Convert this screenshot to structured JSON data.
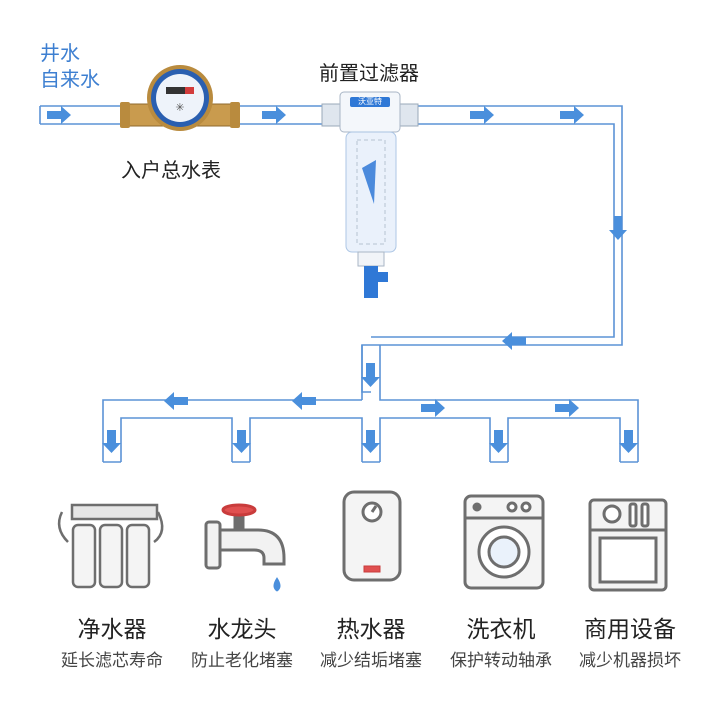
{
  "source": {
    "line1": "井水",
    "line2": "自来水"
  },
  "components": {
    "meter_label": "入户总水表",
    "filter_label": "前置过滤器",
    "filter_brand": "沃亚特"
  },
  "appliances": [
    {
      "name": "净水器",
      "benefit": "延长滤芯寿命"
    },
    {
      "name": "水龙头",
      "benefit": "防止老化堵塞"
    },
    {
      "name": "热水器",
      "benefit": "减少结垢堵塞"
    },
    {
      "name": "洗衣机",
      "benefit": "保护转动轴承"
    },
    {
      "name": "商用设备",
      "benefit": "减少机器损坏"
    }
  ],
  "colors": {
    "pipe": "#5b93d6",
    "arrow": "#4a8fdc",
    "meter_brass": "#c99b4e",
    "filter_blue": "#2f78d6"
  }
}
